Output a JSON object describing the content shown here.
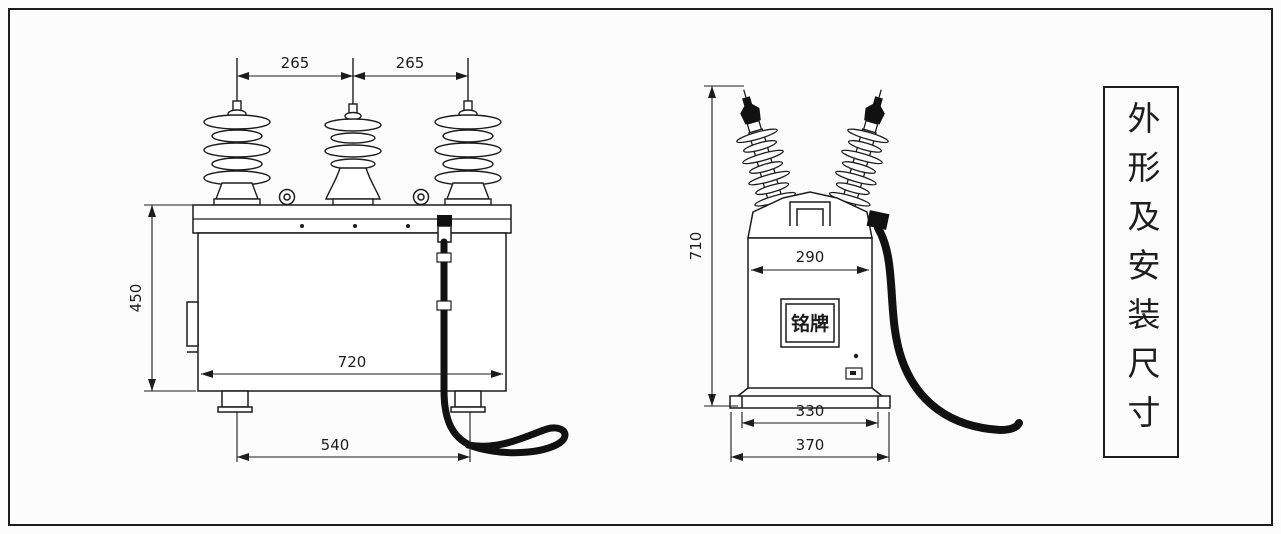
{
  "colors": {
    "line": "#1c1c1c",
    "background": "#fcfcfc",
    "cable": "#111111"
  },
  "panel": {
    "title": "外形及安装尺寸"
  },
  "front_view": {
    "dim_spacing_left": "265",
    "dim_spacing_right": "265",
    "dim_height": "450",
    "dim_width": "720",
    "dim_foot_span": "540"
  },
  "side_view": {
    "dim_height": "710",
    "dim_body_width": "290",
    "dim_base_inner": "330",
    "dim_base_outer": "370",
    "nameplate_label": "铭牌"
  }
}
